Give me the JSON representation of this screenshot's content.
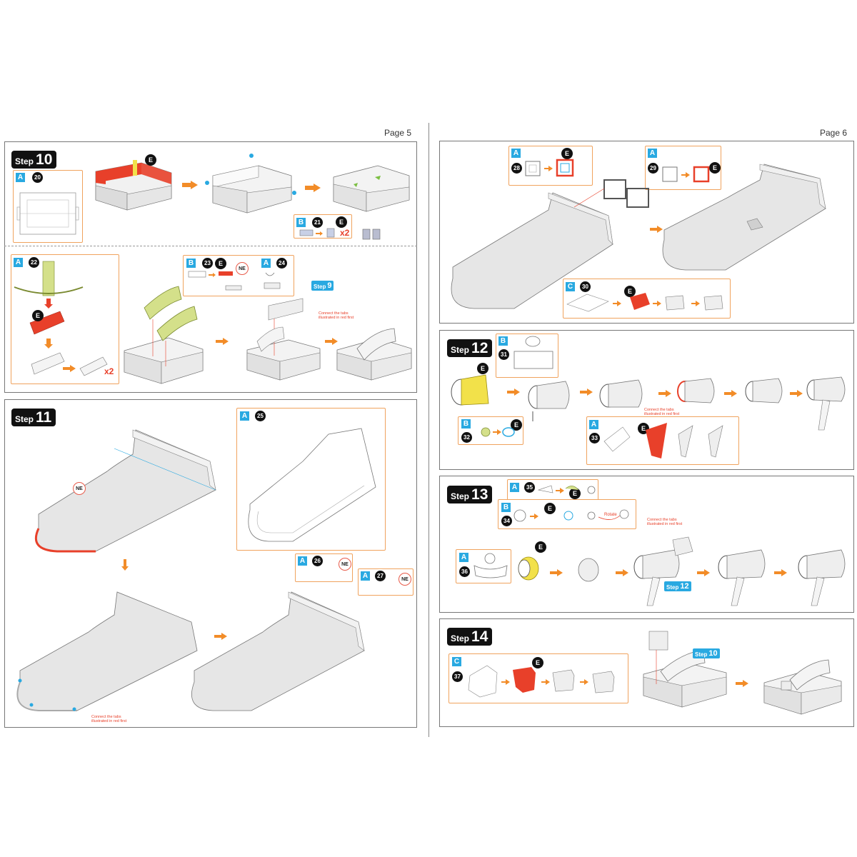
{
  "pages": {
    "left": "Page 5",
    "right": "Page 6"
  },
  "step_word": "Step",
  "steps": {
    "s10": {
      "number": "10",
      "sheet_a": "A",
      "part_a": "20",
      "tool": "E",
      "sheet_b": "B",
      "part_b": "21",
      "tool_b": "E",
      "mult_b": "x2",
      "sheet_a2": "A",
      "part_a2": "22",
      "tool_a2": "E",
      "mult_a2": "x2",
      "sheet_b2": "B",
      "part_b2": "23",
      "tool_b2": "E",
      "ne": "NE",
      "sheet_a3": "A",
      "part_a3": "24",
      "ref": "9",
      "note": "Connect the tabs\nillustrated in red first"
    },
    "s11": {
      "number": "11",
      "ne": "NE",
      "sheet_a": "A",
      "part_a": "25",
      "sheet_a2": "A",
      "part_a2": "26",
      "ne2": "NE",
      "sheet_a3": "A",
      "part_a3": "27",
      "ne3": "NE",
      "note": "Connect the tabs\nillustrated in red first"
    },
    "s11b": {
      "sheet_a": "A",
      "part_a": "28",
      "tool_a": "E",
      "sheet_a2": "A",
      "part_a2": "29",
      "tool_a2": "E",
      "sheet_c": "C",
      "part_c": "30",
      "tool_c": "E"
    },
    "s12": {
      "number": "12",
      "sheet_b": "B",
      "part_b": "31",
      "tool": "E",
      "sheet_b2": "B",
      "part_b2": "32",
      "tool_b2": "E",
      "sheet_a": "A",
      "part_a": "33",
      "tool_a": "E",
      "note": "Connect the tabs\nillustrated in red first"
    },
    "s13": {
      "number": "13",
      "sheet_a": "A",
      "part_a": "35",
      "tool_a": "E",
      "sheet_b": "B",
      "part_b": "34",
      "tool_b": "E",
      "rotate": "Rotate",
      "sheet_a2": "A",
      "part_a2": "36",
      "tool_a2": "E",
      "ref": "12",
      "note": "Connect the tabs\nillustrated in red first"
    },
    "s14": {
      "number": "14",
      "sheet_c": "C",
      "part_c": "37",
      "tool_c": "E",
      "ref": "10"
    }
  },
  "colors": {
    "accent_orange": "#f28c28",
    "sheet_blue": "#29a9e1",
    "red_part": "#e8402a",
    "green_part": "#d4e08a",
    "yellow_part": "#f2e14a"
  }
}
